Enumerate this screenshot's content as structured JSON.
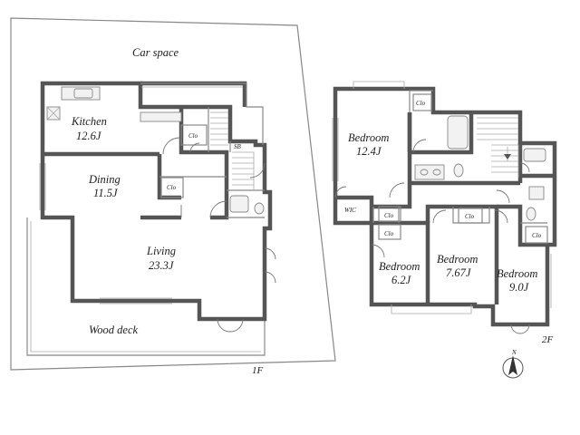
{
  "floor1": {
    "floor_label": "1F",
    "car_space": "Car space",
    "kitchen": {
      "name": "Kitchen",
      "size": "12.6J"
    },
    "dining": {
      "name": "Dining",
      "size": "11.5J"
    },
    "living": {
      "name": "Living",
      "size": "23.3J"
    },
    "wood_deck": "Wood deck",
    "closet_a": "Clo",
    "closet_b": "Clo",
    "shoe_box": "SB"
  },
  "floor2": {
    "floor_label": "2F",
    "bedroom_main": {
      "name": "Bedroom",
      "size": "12.4J"
    },
    "bedroom_sw": {
      "name": "Bedroom",
      "size": "6.2J"
    },
    "bedroom_mid": {
      "name": "Bedroom",
      "size": "7.67J"
    },
    "bedroom_se": {
      "name": "Bedroom",
      "size": "9.0J"
    },
    "wic": "WIC",
    "closet_top": "Clo",
    "closet_1": "Clo",
    "closet_2": "Clo",
    "closet_3": "Clo",
    "closet_4": "Clo"
  },
  "compass": {
    "north": "N"
  }
}
